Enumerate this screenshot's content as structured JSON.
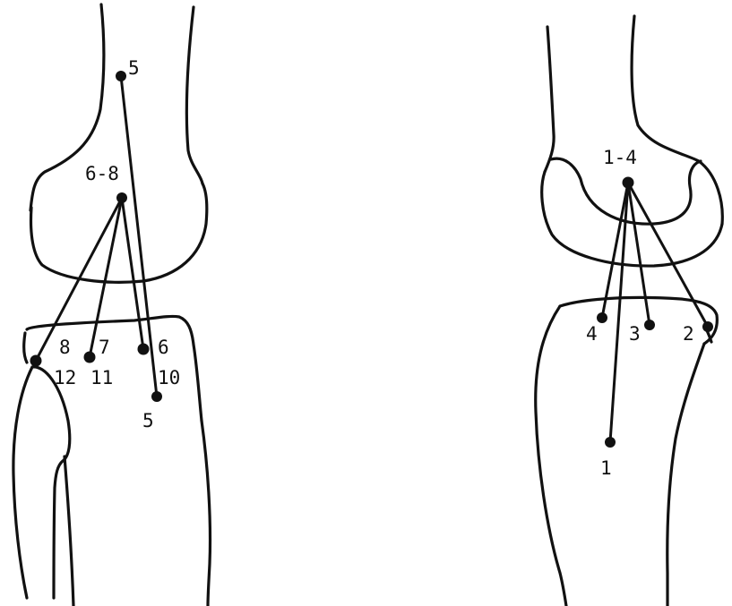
{
  "left_view": {
    "labels": {
      "femur_top": "5",
      "femur_center": "6-8",
      "n8": "8",
      "n7": "7",
      "n6": "6",
      "n12": "12",
      "n11": "11",
      "n10": "10",
      "tibia_bottom": "5"
    }
  },
  "right_view": {
    "labels": {
      "femur_center": "1-4",
      "n4": "4",
      "n3": "3",
      "n2": "2",
      "tibia_bottom": "1"
    }
  }
}
